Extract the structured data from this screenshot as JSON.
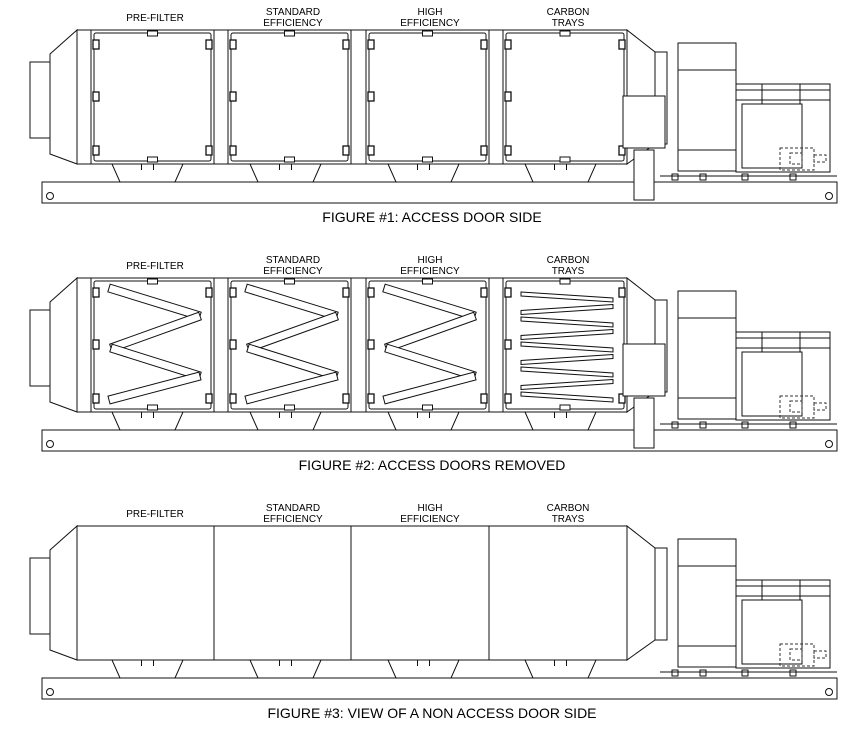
{
  "figures": [
    {
      "caption": "FIGURE #1: ACCESS DOOR SIDE",
      "view": "doors-closed",
      "sections": [
        {
          "lines": [
            "PRE-FILTER"
          ]
        },
        {
          "lines": [
            "STANDARD",
            "EFFICIENCY"
          ]
        },
        {
          "lines": [
            "HIGH",
            "EFFICIENCY"
          ]
        },
        {
          "lines": [
            "CARBON",
            "TRAYS"
          ]
        }
      ]
    },
    {
      "caption": "FIGURE #2: ACCESS DOORS REMOVED",
      "view": "doors-removed",
      "sections": [
        {
          "lines": [
            "PRE-FILTER"
          ]
        },
        {
          "lines": [
            "STANDARD",
            "EFFICIENCY"
          ]
        },
        {
          "lines": [
            "HIGH",
            "EFFICIENCY"
          ]
        },
        {
          "lines": [
            "CARBON",
            "TRAYS"
          ]
        }
      ]
    },
    {
      "caption": "FIGURE #3: VIEW OF A NON ACCESS DOOR SIDE",
      "view": "non-access-side",
      "sections": [
        {
          "lines": [
            "PRE-FILTER"
          ]
        },
        {
          "lines": [
            "STANDARD",
            "EFFICIENCY"
          ]
        },
        {
          "lines": [
            "HIGH",
            "EFFICIENCY"
          ]
        },
        {
          "lines": [
            "CARBON",
            "TRAYS"
          ]
        }
      ]
    }
  ],
  "colors": {
    "line": "#111111",
    "background": "#ffffff",
    "dashed": "#333333"
  }
}
